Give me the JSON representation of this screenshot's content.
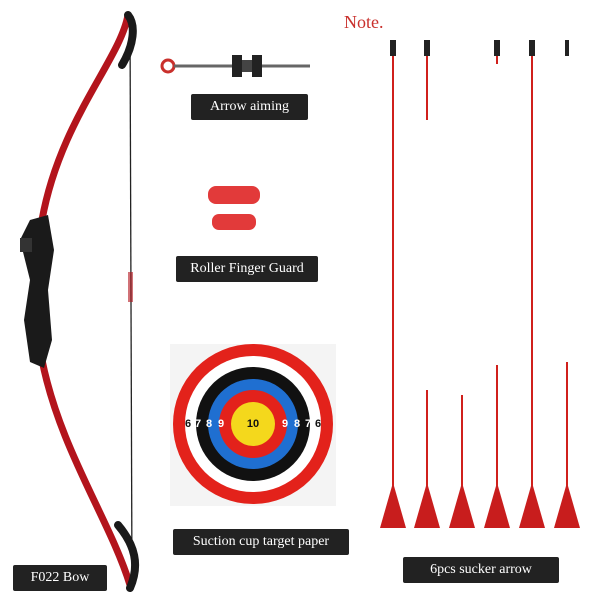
{
  "note": "Note.",
  "labels": {
    "arrow_aiming": "Arrow aiming",
    "finger_guard": "Roller Finger Guard",
    "target_paper": "Suction cup target paper",
    "bow": "F022 Bow",
    "arrows": "6pcs sucker arrow"
  },
  "target": {
    "center": "10",
    "ring_numbers": [
      "9",
      "8",
      "7",
      "6"
    ]
  },
  "colors": {
    "bow_red": "#b3141c",
    "grip_black": "#1a1a1a",
    "arrow_red": "#d0201c",
    "target_red": "#e3221b",
    "target_blue": "#1f6fd1",
    "target_yellow": "#f4d81c"
  }
}
